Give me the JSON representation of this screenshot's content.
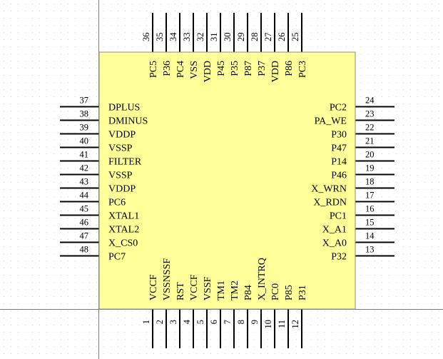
{
  "colors": {
    "background": "#ffffff",
    "grid_dot": "#d9d9d9",
    "body_fill": "#ffff99",
    "body_stroke": "#8c8c8c",
    "pin": "#000000",
    "text": "#000000",
    "crosshair": "#7a7a7a"
  },
  "chip": {
    "pins_left": [
      {
        "num": "37",
        "name": "DPLUS"
      },
      {
        "num": "38",
        "name": "DMINUS"
      },
      {
        "num": "39",
        "name": "VDDP"
      },
      {
        "num": "40",
        "name": "VSSP"
      },
      {
        "num": "41",
        "name": "FILTER"
      },
      {
        "num": "42",
        "name": "VSSP"
      },
      {
        "num": "43",
        "name": "VDDP"
      },
      {
        "num": "44",
        "name": "PC6"
      },
      {
        "num": "45",
        "name": "XTAL1"
      },
      {
        "num": "46",
        "name": "XTAL2"
      },
      {
        "num": "47",
        "name": "X_CS0"
      },
      {
        "num": "48",
        "name": "PC7"
      }
    ],
    "pins_right": [
      {
        "num": "24",
        "name": "PC2"
      },
      {
        "num": "23",
        "name": "PA_WE"
      },
      {
        "num": "22",
        "name": "P30"
      },
      {
        "num": "21",
        "name": "P47"
      },
      {
        "num": "20",
        "name": "P14"
      },
      {
        "num": "19",
        "name": "P46"
      },
      {
        "num": "18",
        "name": "X_WRN"
      },
      {
        "num": "17",
        "name": "X_RDN"
      },
      {
        "num": "16",
        "name": "PC1"
      },
      {
        "num": "15",
        "name": "X_A1"
      },
      {
        "num": "14",
        "name": "X_A0"
      },
      {
        "num": "13",
        "name": "P32"
      }
    ],
    "pins_top": [
      {
        "num": "36",
        "name": "PC5"
      },
      {
        "num": "35",
        "name": "P36"
      },
      {
        "num": "34",
        "name": "PC4"
      },
      {
        "num": "33",
        "name": "VSS"
      },
      {
        "num": "32",
        "name": "VDD"
      },
      {
        "num": "31",
        "name": "P45"
      },
      {
        "num": "30",
        "name": "P35"
      },
      {
        "num": "29",
        "name": "P87"
      },
      {
        "num": "28",
        "name": "P37"
      },
      {
        "num": "27",
        "name": "VDD"
      },
      {
        "num": "26",
        "name": "P86"
      },
      {
        "num": "25",
        "name": "PC3"
      }
    ],
    "pins_bottom": [
      {
        "num": "1",
        "name": "VCCF"
      },
      {
        "num": "2",
        "name": "VSSNSSF"
      },
      {
        "num": "3",
        "name": "RST"
      },
      {
        "num": "4",
        "name": "VCCF"
      },
      {
        "num": "5",
        "name": "VSSF"
      },
      {
        "num": "6",
        "name": "TM1"
      },
      {
        "num": "7",
        "name": "TM2"
      },
      {
        "num": "8",
        "name": "P84"
      },
      {
        "num": "9",
        "name": "X_INTRQ"
      },
      {
        "num": "10",
        "name": "PC0"
      },
      {
        "num": "11",
        "name": "P85"
      },
      {
        "num": "12",
        "name": "P31"
      }
    ]
  }
}
